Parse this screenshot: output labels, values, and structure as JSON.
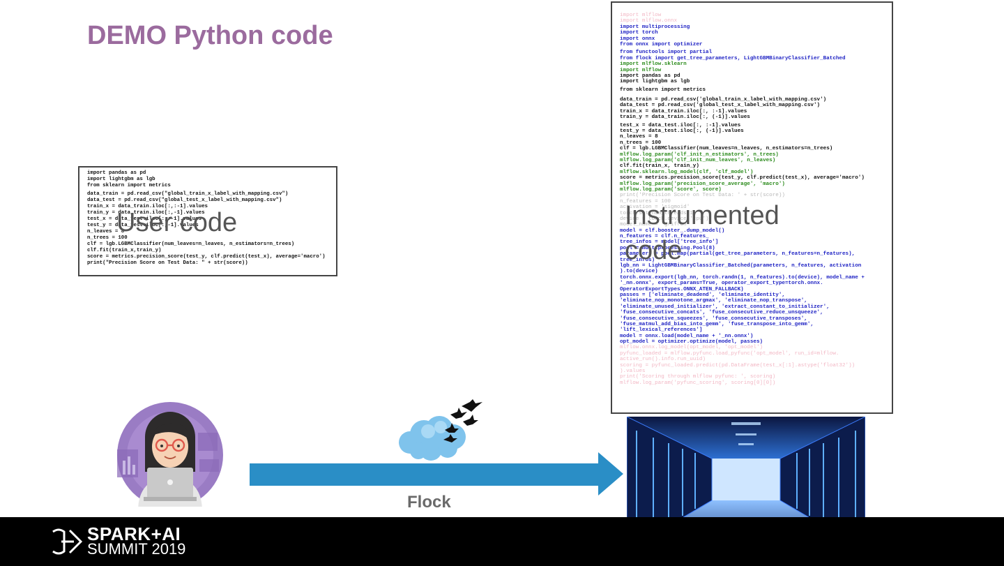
{
  "slide": {
    "title": "DEMO Python code",
    "user_code_label": "User code",
    "instrumented_label_line1": "Instrumented",
    "instrumented_label_line2": "code",
    "flock_label": "Flock",
    "logo_line1": "SPARK+AI",
    "logo_line2": "SUMMIT 2019"
  },
  "user_code": [
    {
      "t": "import pandas as pd",
      "s": "black"
    },
    {
      "t": "import lightgbm as lgb",
      "s": "black"
    },
    {
      "t": "from sklearn import metrics",
      "s": "black"
    },
    {
      "t": "",
      "s": "gap"
    },
    {
      "t": "data_train = pd.read_csv(\"global_train_x_label_with_mapping.csv\")",
      "s": "black"
    },
    {
      "t": "data_test = pd.read_csv(\"global_test_x_label_with_mapping.csv\")",
      "s": "black"
    },
    {
      "t": "train_x = data_train.iloc[:,:-1].values",
      "s": "black"
    },
    {
      "t": "train_y = data_train.iloc[:,-1].values",
      "s": "black"
    },
    {
      "t": "test_x = data_test.iloc[:,:-1].values",
      "s": "black"
    },
    {
      "t": "test_y = data_test.iloc[:,-1].values",
      "s": "black"
    },
    {
      "t": "n_leaves = 8",
      "s": "black"
    },
    {
      "t": "n_trees = 100",
      "s": "black"
    },
    {
      "t": "clf = lgb.LGBMClassifier(num_leaves=n_leaves, n_estimators=n_trees)",
      "s": "black"
    },
    {
      "t": "clf.fit(train_x,train_y)",
      "s": "black"
    },
    {
      "t": "score = metrics.precision_score(test_y, clf.predict(test_x), average='macro')",
      "s": "black"
    },
    {
      "t": "print(\"Precision Score on Test Data: \" + str(score))",
      "s": "black"
    }
  ],
  "instrumented_code": [
    {
      "t": "import mlflow",
      "s": "faint"
    },
    {
      "t": "import mlflow.onnx",
      "s": "faint"
    },
    {
      "t": "import multiprocessing",
      "s": "blue"
    },
    {
      "t": "import torch",
      "s": "blue"
    },
    {
      "t": "import onnx",
      "s": "blue"
    },
    {
      "t": "from onnx import optimizer",
      "s": "blue"
    },
    {
      "t": "",
      "s": "gap"
    },
    {
      "t": "from functools import partial",
      "s": "blue"
    },
    {
      "t": "from flock import get_tree_parameters, LightGBMBinaryClassifier_Batched",
      "s": "blue"
    },
    {
      "t": "import mlflow.sklearn",
      "s": "green"
    },
    {
      "t": "import mlflow",
      "s": "green"
    },
    {
      "t": "import pandas as pd",
      "s": "black"
    },
    {
      "t": "import lightgbm as lgb",
      "s": "black"
    },
    {
      "t": "",
      "s": "gap"
    },
    {
      "t": "from sklearn import metrics",
      "s": "black"
    },
    {
      "t": "",
      "s": "gap"
    },
    {
      "t": "",
      "s": "gap"
    },
    {
      "t": "data_train = pd.read_csv('global_train_x_label_with_mapping.csv')",
      "s": "black"
    },
    {
      "t": "data_test = pd.read_csv('global_test_x_label_with_mapping.csv')",
      "s": "black"
    },
    {
      "t": "train_x = data_train.iloc[:, :-1].values",
      "s": "black"
    },
    {
      "t": "train_y = data_train.iloc[:, (-1)].values",
      "s": "black"
    },
    {
      "t": "",
      "s": "gap"
    },
    {
      "t": "test_x = data_test.iloc[:, :-1].values",
      "s": "black"
    },
    {
      "t": "test_y = data_test.iloc[:, (-1)].values",
      "s": "black"
    },
    {
      "t": "n_leaves = 8",
      "s": "black"
    },
    {
      "t": "n_trees = 100",
      "s": "black"
    },
    {
      "t": "clf = lgb.LGBMClassifier(num_leaves=n_leaves, n_estimators=n_trees)",
      "s": "black"
    },
    {
      "t": "mlflow.log_param('clf_init_n_estimators', n_trees)",
      "s": "green"
    },
    {
      "t": "mlflow.log_param('clf_init_num_leaves', n_leaves)",
      "s": "green"
    },
    {
      "t": "clf.fit(train_x, train_y)",
      "s": "black"
    },
    {
      "t": "mlflow.sklearn.log_model(clf, 'clf_model')",
      "s": "green"
    },
    {
      "t": "score = metrics.precision_score(test_y, clf.predict(test_x), average='macro')",
      "s": "black"
    },
    {
      "t": "mlflow.log_param('precision_score_average', 'macro')",
      "s": "green"
    },
    {
      "t": "mlflow.log_param('score', score)",
      "s": "green"
    },
    {
      "t": "print('Precision Score on Test Data: ' + str(score))",
      "s": "grey"
    },
    {
      "t": "n_features = 100",
      "s": "grey"
    },
    {
      "t": "activation = 'sigmoid'",
      "s": "grey"
    },
    {
      "t": "torch.set_num_threads(1)",
      "s": "grey"
    },
    {
      "t": "device = torch.device('cpu')",
      "s": "grey"
    },
    {
      "t": "model_name = 'griffon'",
      "s": "grey"
    },
    {
      "t": "model = clf.booster_.dump_model()",
      "s": "blue"
    },
    {
      "t": "n_features = clf.n_features_",
      "s": "blue"
    },
    {
      "t": "tree_infos = model['tree_info']",
      "s": "blue"
    },
    {
      "t": "pool = multiprocessing.Pool(8)",
      "s": "blue"
    },
    {
      "t": "parameters = pool.map(partial(get_tree_parameters, n_features=n_features),",
      "s": "blue"
    },
    {
      "t": "tree_infos)",
      "s": "blue"
    },
    {
      "t": "lgb_nn = LightGBMBinaryClassifier_Batched(parameters, n_features, activation",
      "s": "blue"
    },
    {
      "t": ").to(device)",
      "s": "blue"
    },
    {
      "t": "torch.onnx.export(lgb_nn, torch.randn(1, n_features).to(device), model_name +",
      "s": "blue"
    },
    {
      "t": "'_nn.onnx', export_params=True, operator_export_type=torch.onnx.",
      "s": "blue"
    },
    {
      "t": "OperatorExportTypes.ONNX_ATEN_FALLBACK)",
      "s": "blue"
    },
    {
      "t": "passes = ['eliminate_deadend', 'eliminate_identity',",
      "s": "blue"
    },
    {
      "t": "'eliminate_nop_monotone_argmax', 'eliminate_nop_transpose',",
      "s": "blue"
    },
    {
      "t": "'eliminate_unused_initializer', 'extract_constant_to_initializer',",
      "s": "blue"
    },
    {
      "t": "'fuse_consecutive_concats', 'fuse_consecutive_reduce_unsqueeze',",
      "s": "blue"
    },
    {
      "t": "'fuse_consecutive_squeezes', 'fuse_consecutive_transposes',",
      "s": "blue"
    },
    {
      "t": "'fuse_matmul_add_bias_into_gemm', 'fuse_transpose_into_gemm',",
      "s": "blue"
    },
    {
      "t": "'lift_lexical_references']",
      "s": "blue"
    },
    {
      "t": "model = onnx.load(model_name + '_nn.onnx')",
      "s": "blue"
    },
    {
      "t": "opt_model = optimizer.optimize(model, passes)",
      "s": "blue"
    },
    {
      "t": "mlflow.onnx.log_model(opt_model, 'opt_model')",
      "s": "faint"
    },
    {
      "t": "pyfunc_loaded = mlflow.pyfunc.load_pyfunc('opt_model', run_id=mlflow.",
      "s": "faint"
    },
    {
      "t": "active_run().info.run_uuid)",
      "s": "faint"
    },
    {
      "t": "scoring = pyfunc_loaded.predict(pd.DataFrame(test_x[:1].astype('float32'))",
      "s": "faint"
    },
    {
      "t": ").values",
      "s": "faint"
    },
    {
      "t": "print('Scoring through mlflow pyfunc: ', scoring)",
      "s": "faint"
    },
    {
      "t": "mlflow.log_param('pyfunc_scoring', scoring[0][0])",
      "s": "faint"
    }
  ],
  "colors": {
    "title": "#9b6b9e",
    "arrow": "#2a8ec6",
    "bottom_bar": "#000000"
  },
  "icons": {
    "avatar": "developer-avatar-icon",
    "cloud": "cloud-with-birds-icon",
    "server": "datacenter-server-image",
    "logo": "spark-ai-summit-logo"
  }
}
